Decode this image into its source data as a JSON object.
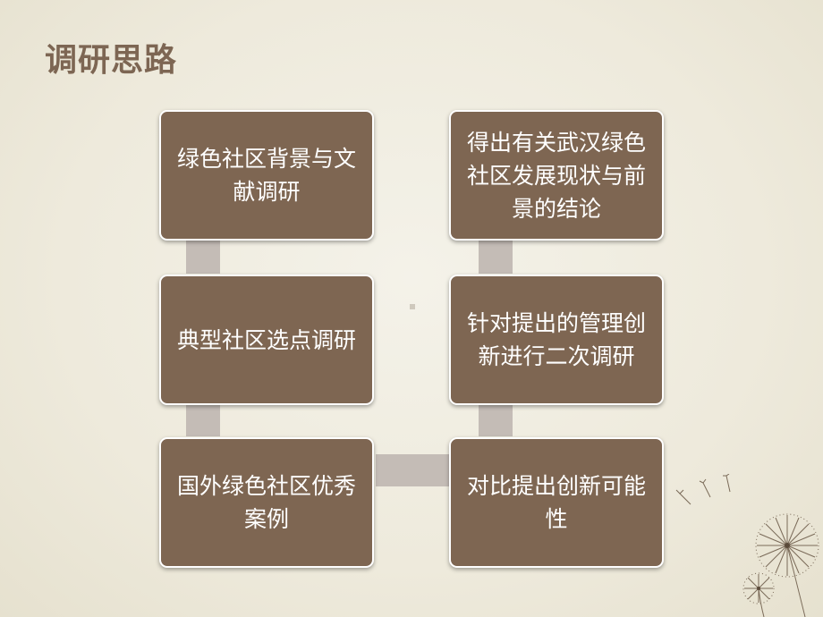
{
  "title": "调研思路",
  "boxes": {
    "b1": "绿色社区背景与文献调研",
    "b2": "典型社区选点调研",
    "b3": "国外绿色社区优秀案例",
    "b4": "对比提出创新可能性",
    "b5": "针对提出的管理创新进行二次调研",
    "b6": "得出有关武汉绿色社区发展现状与前景的结论"
  },
  "colors": {
    "box_fill": "#7e6652",
    "connector": "#c4bcb6",
    "title": "#7d6653",
    "background": "#eeeadc"
  },
  "decoration": "dandelion-illustration"
}
